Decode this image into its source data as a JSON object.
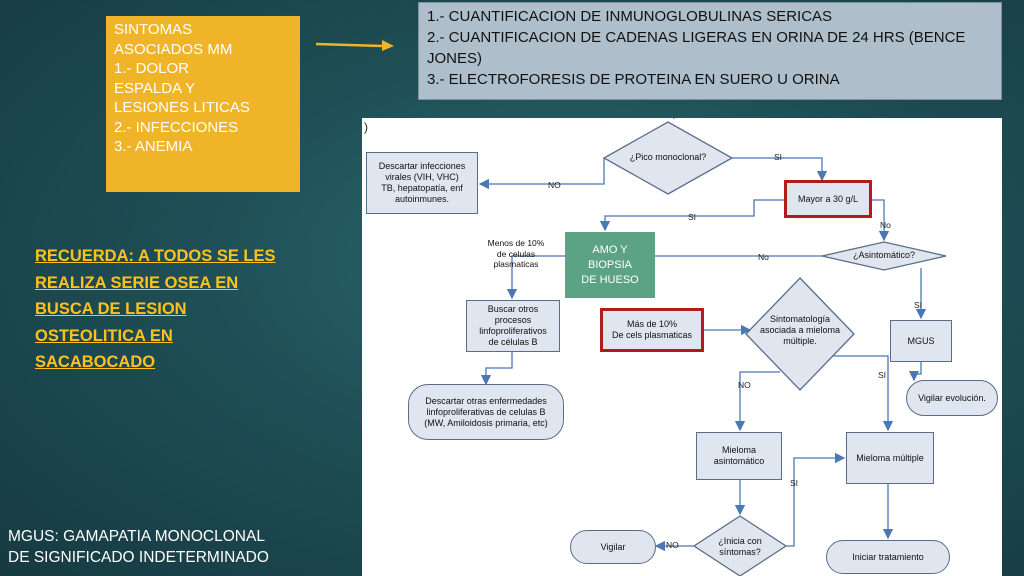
{
  "symptoms_box": {
    "lines": [
      "SINTOMAS",
      "ASOCIADOS MM",
      "1.- DOLOR",
      "ESPALDA Y",
      "LESIONES LITICAS",
      "2.- INFECCIONES",
      "3.- ANEMIA"
    ]
  },
  "tests_box": {
    "lines": [
      "1.- CUANTIFICACION DE INMUNOGLOBULINAS SERICAS",
      "2.- CUANTIFICACION DE CADENAS LIGERAS EN ORINA DE 24 HRS (BENCE JONES)",
      "3.- ELECTROFORESIS DE PROTEINA EN SUERO U ORINA"
    ]
  },
  "reminder": {
    "lines": [
      "RECUERDA: A TODOS SE LES",
      "REALIZA SERIE OSEA EN",
      "BUSCA DE LESION",
      "OSTEOLITICA EN",
      "SACABOCADO"
    ]
  },
  "mgus_definition": {
    "lines": [
      "MGUS: GAMAPATIA MONOCLONAL",
      "DE SIGNIFICADO INDETERMINADO"
    ]
  },
  "flowchart": {
    "start_mark": ")",
    "pico": "¿Pico monoclonal?",
    "descartar_infecciones": "Descartar infecciones\nvirales (VIH, VHC)\nTB, hepatopatía, enf\nautoinmunes.",
    "mayor_30": "Mayor a 30 g/L",
    "menos_10": "Menos de 10%\nde celulas\nplasmaticas",
    "amo": "AMO Y\nBIOPSIA\nDE HUESO",
    "asintomatico_q": "¿Asintomático?",
    "buscar_otros": "Buscar otros\nprocesos\nlinfoproliferativos\nde células B",
    "mas_10": "Más de 10%\nDe cels plasmaticas",
    "sintomatologia": "Sintomatología\nasociada a mieloma\nmúltiple.",
    "mgus": "MGUS",
    "descartar_otras": "Descartar otras enfermedades\nlinfoproliferativas de celulas B\n(MW, Amiloidosis primaria, etc)",
    "vigilar_evolucion": "Vigilar evolución.",
    "mieloma_asint": "Mieloma\nasintomático",
    "mieloma_multiple": "Mieloma múltiple",
    "inicia_sintomas": "¿Inicia con\nsíntomas?",
    "vigilar": "Vigilar",
    "iniciar_tratamiento": "Iniciar tratamiento",
    "labels": {
      "si": "SI",
      "no": "NO",
      "no_lower": "No",
      "no_mixed": "No"
    }
  },
  "colors": {
    "symptoms_bg": "#f0b429",
    "tests_bg": "#aebecb",
    "reminder_text": "#ffc21c",
    "amo_bg": "#5ba384",
    "highlight_border": "#b01c1c",
    "arrow": "#4a78b5"
  }
}
